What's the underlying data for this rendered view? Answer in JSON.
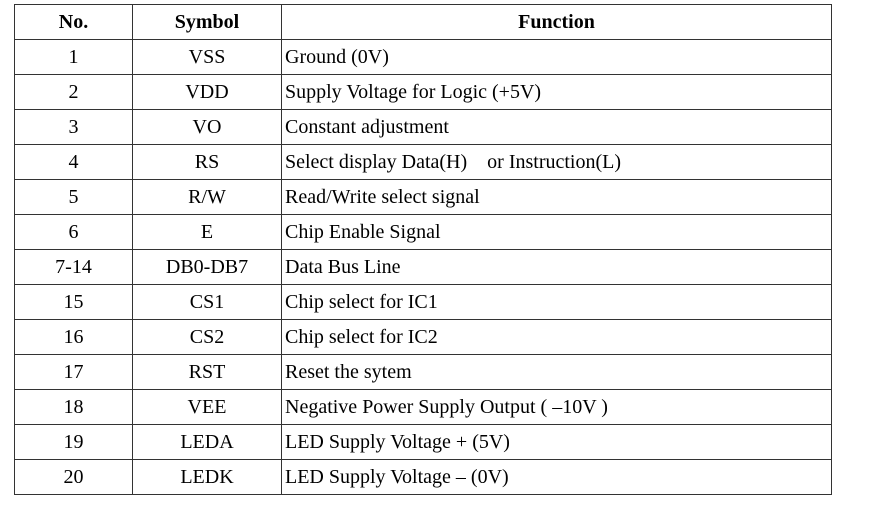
{
  "headers": [
    "No.",
    "Symbol",
    "Function"
  ],
  "rows": [
    {
      "no": "1",
      "symbol": "VSS",
      "function": "Ground (0V)"
    },
    {
      "no": "2",
      "symbol": "VDD",
      "function": "Supply Voltage for Logic (+5V)"
    },
    {
      "no": "3",
      "symbol": "VO",
      "function": "Constant adjustment"
    },
    {
      "no": "4",
      "symbol": "RS",
      "function": "Select display Data(H)    or Instruction(L)"
    },
    {
      "no": "5",
      "symbol": "R/W",
      "function": "Read/Write select signal"
    },
    {
      "no": "6",
      "symbol": "E",
      "function": "Chip Enable Signal"
    },
    {
      "no": "7-14",
      "symbol": "DB0-DB7",
      "function": "Data Bus Line"
    },
    {
      "no": "15",
      "symbol": "CS1",
      "function": "Chip select for IC1"
    },
    {
      "no": "16",
      "symbol": "CS2",
      "function": "Chip select for IC2"
    },
    {
      "no": "17",
      "symbol": "RST",
      "function": "Reset the sytem"
    },
    {
      "no": "18",
      "symbol": "VEE",
      "function": "Negative Power Supply Output ( –10V )"
    },
    {
      "no": "19",
      "symbol": "LEDA",
      "function": "LED Supply Voltage + (5V)"
    },
    {
      "no": "20",
      "symbol": "LEDK",
      "function": "LED Supply Voltage – (0V)"
    }
  ]
}
